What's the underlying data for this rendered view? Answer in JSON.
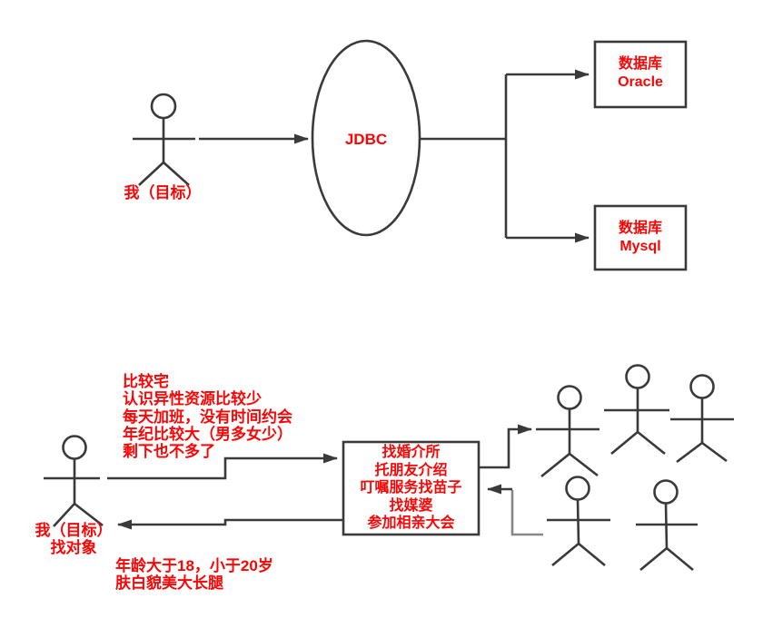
{
  "colors": {
    "accent_red": "#fa0505",
    "line": "#3a3a3a",
    "line_light": "#878787",
    "background": "#ffffff"
  },
  "top_diagram": {
    "actor_label": "我（目标）",
    "usecase_label": "JDBC",
    "database_oracle": {
      "line1": "数据库",
      "line2": "Oracle"
    },
    "database_mysql": {
      "line1": "数据库",
      "line2": "Mysql"
    }
  },
  "bottom_diagram": {
    "actor_label": {
      "line1": "我（目标）",
      "line2": "找对象"
    },
    "constraint_notes": [
      "比较宅",
      "认识异性资源比较少",
      "每天加班，没有时间约会",
      "年纪比较大（男多女少）",
      "剩下也不多了"
    ],
    "process_box": [
      "找婚介所",
      "托朋友介绍",
      "叮嘱服务找苗子",
      "找媒婆",
      "参加相亲大会"
    ],
    "requirement_notes": [
      "年龄大于18，小于20岁",
      "肤白貌美大长腿"
    ]
  }
}
